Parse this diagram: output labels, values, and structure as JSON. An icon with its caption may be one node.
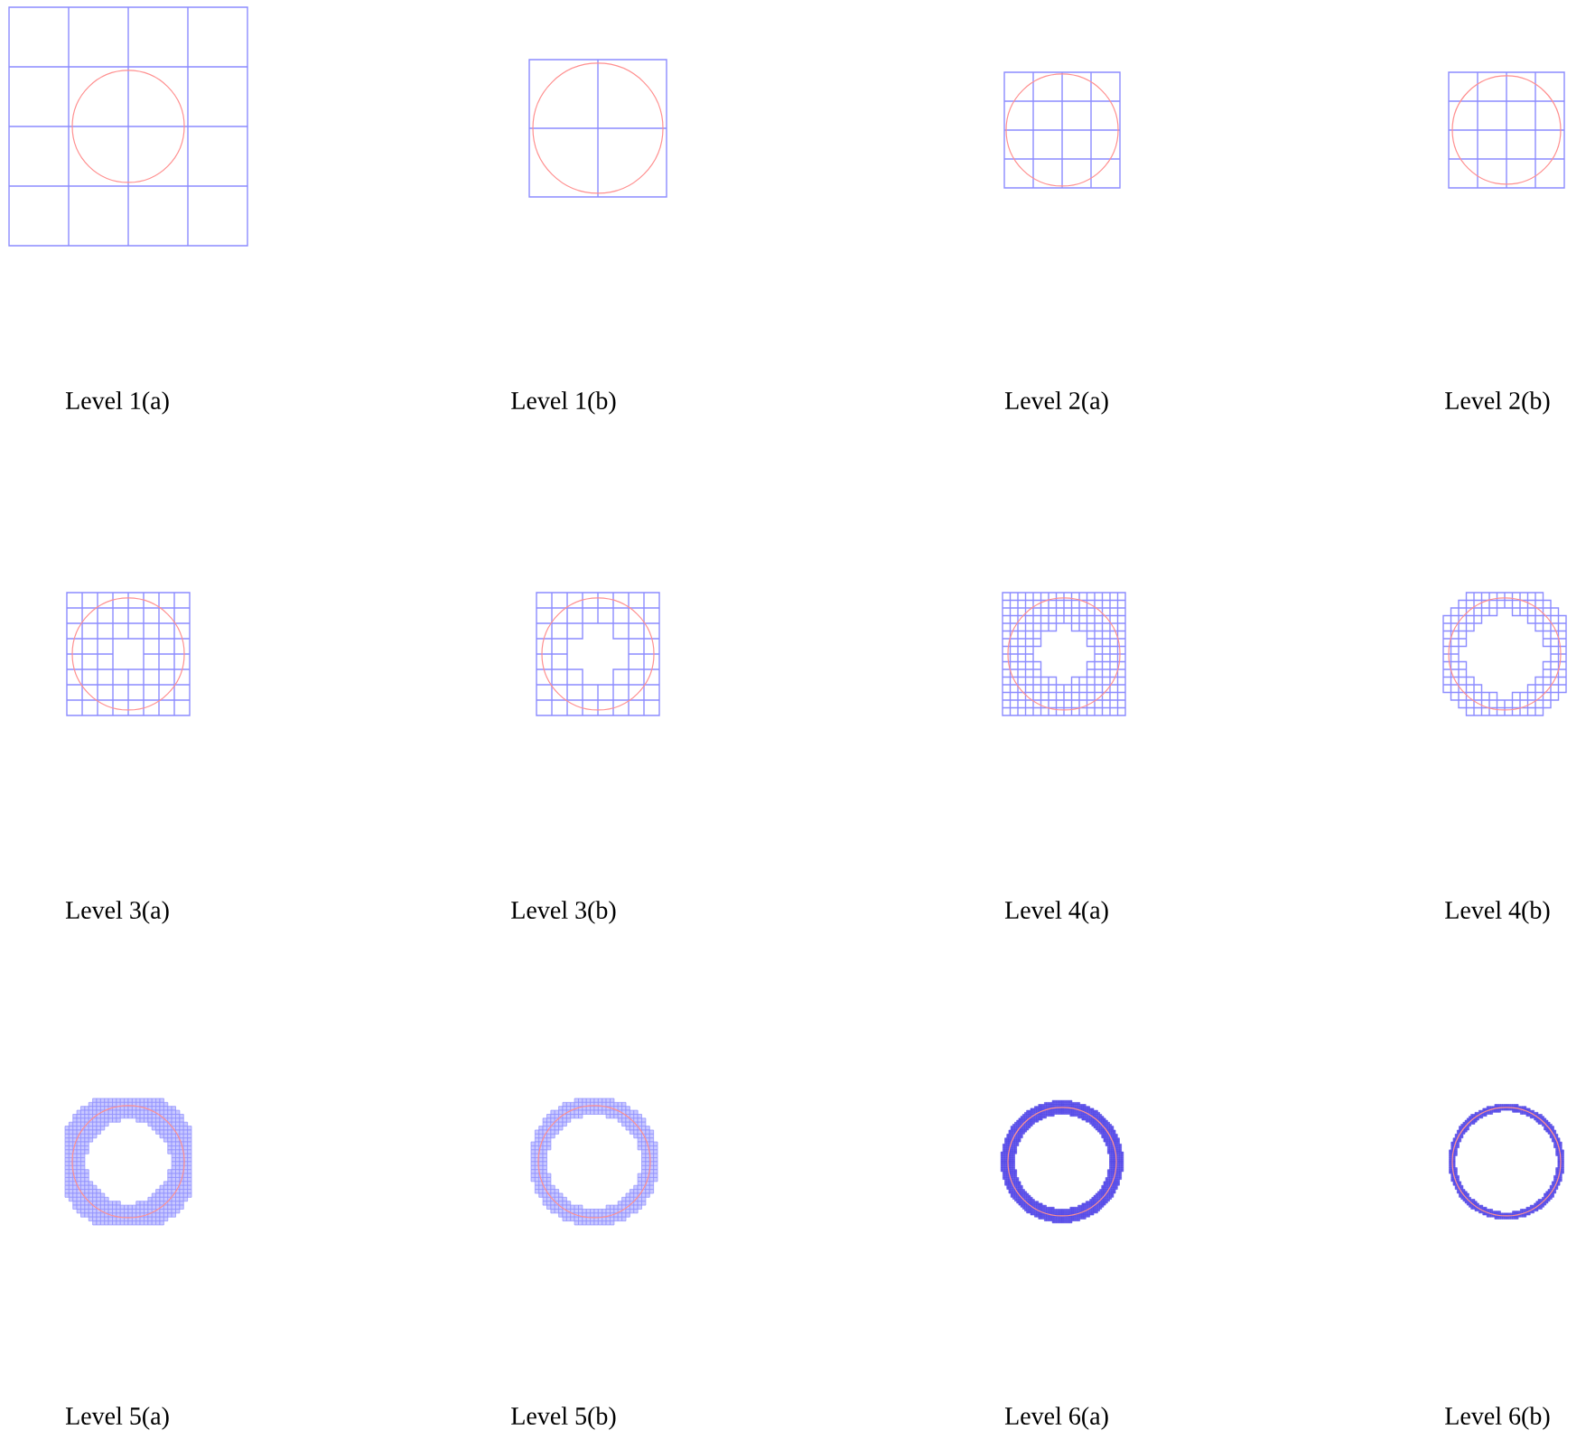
{
  "diagram": {
    "labels": [
      "Level 1(a)",
      "Level 1(b)",
      "Level 2(a)",
      "Level 2(b)",
      "Level 3(a)",
      "Level 3(b)",
      "Level 4(a)",
      "Level 4(b)",
      "Level 5(a)",
      "Level 5(b)",
      "Level 6(a)",
      "Level 6(b)"
    ]
  }
}
